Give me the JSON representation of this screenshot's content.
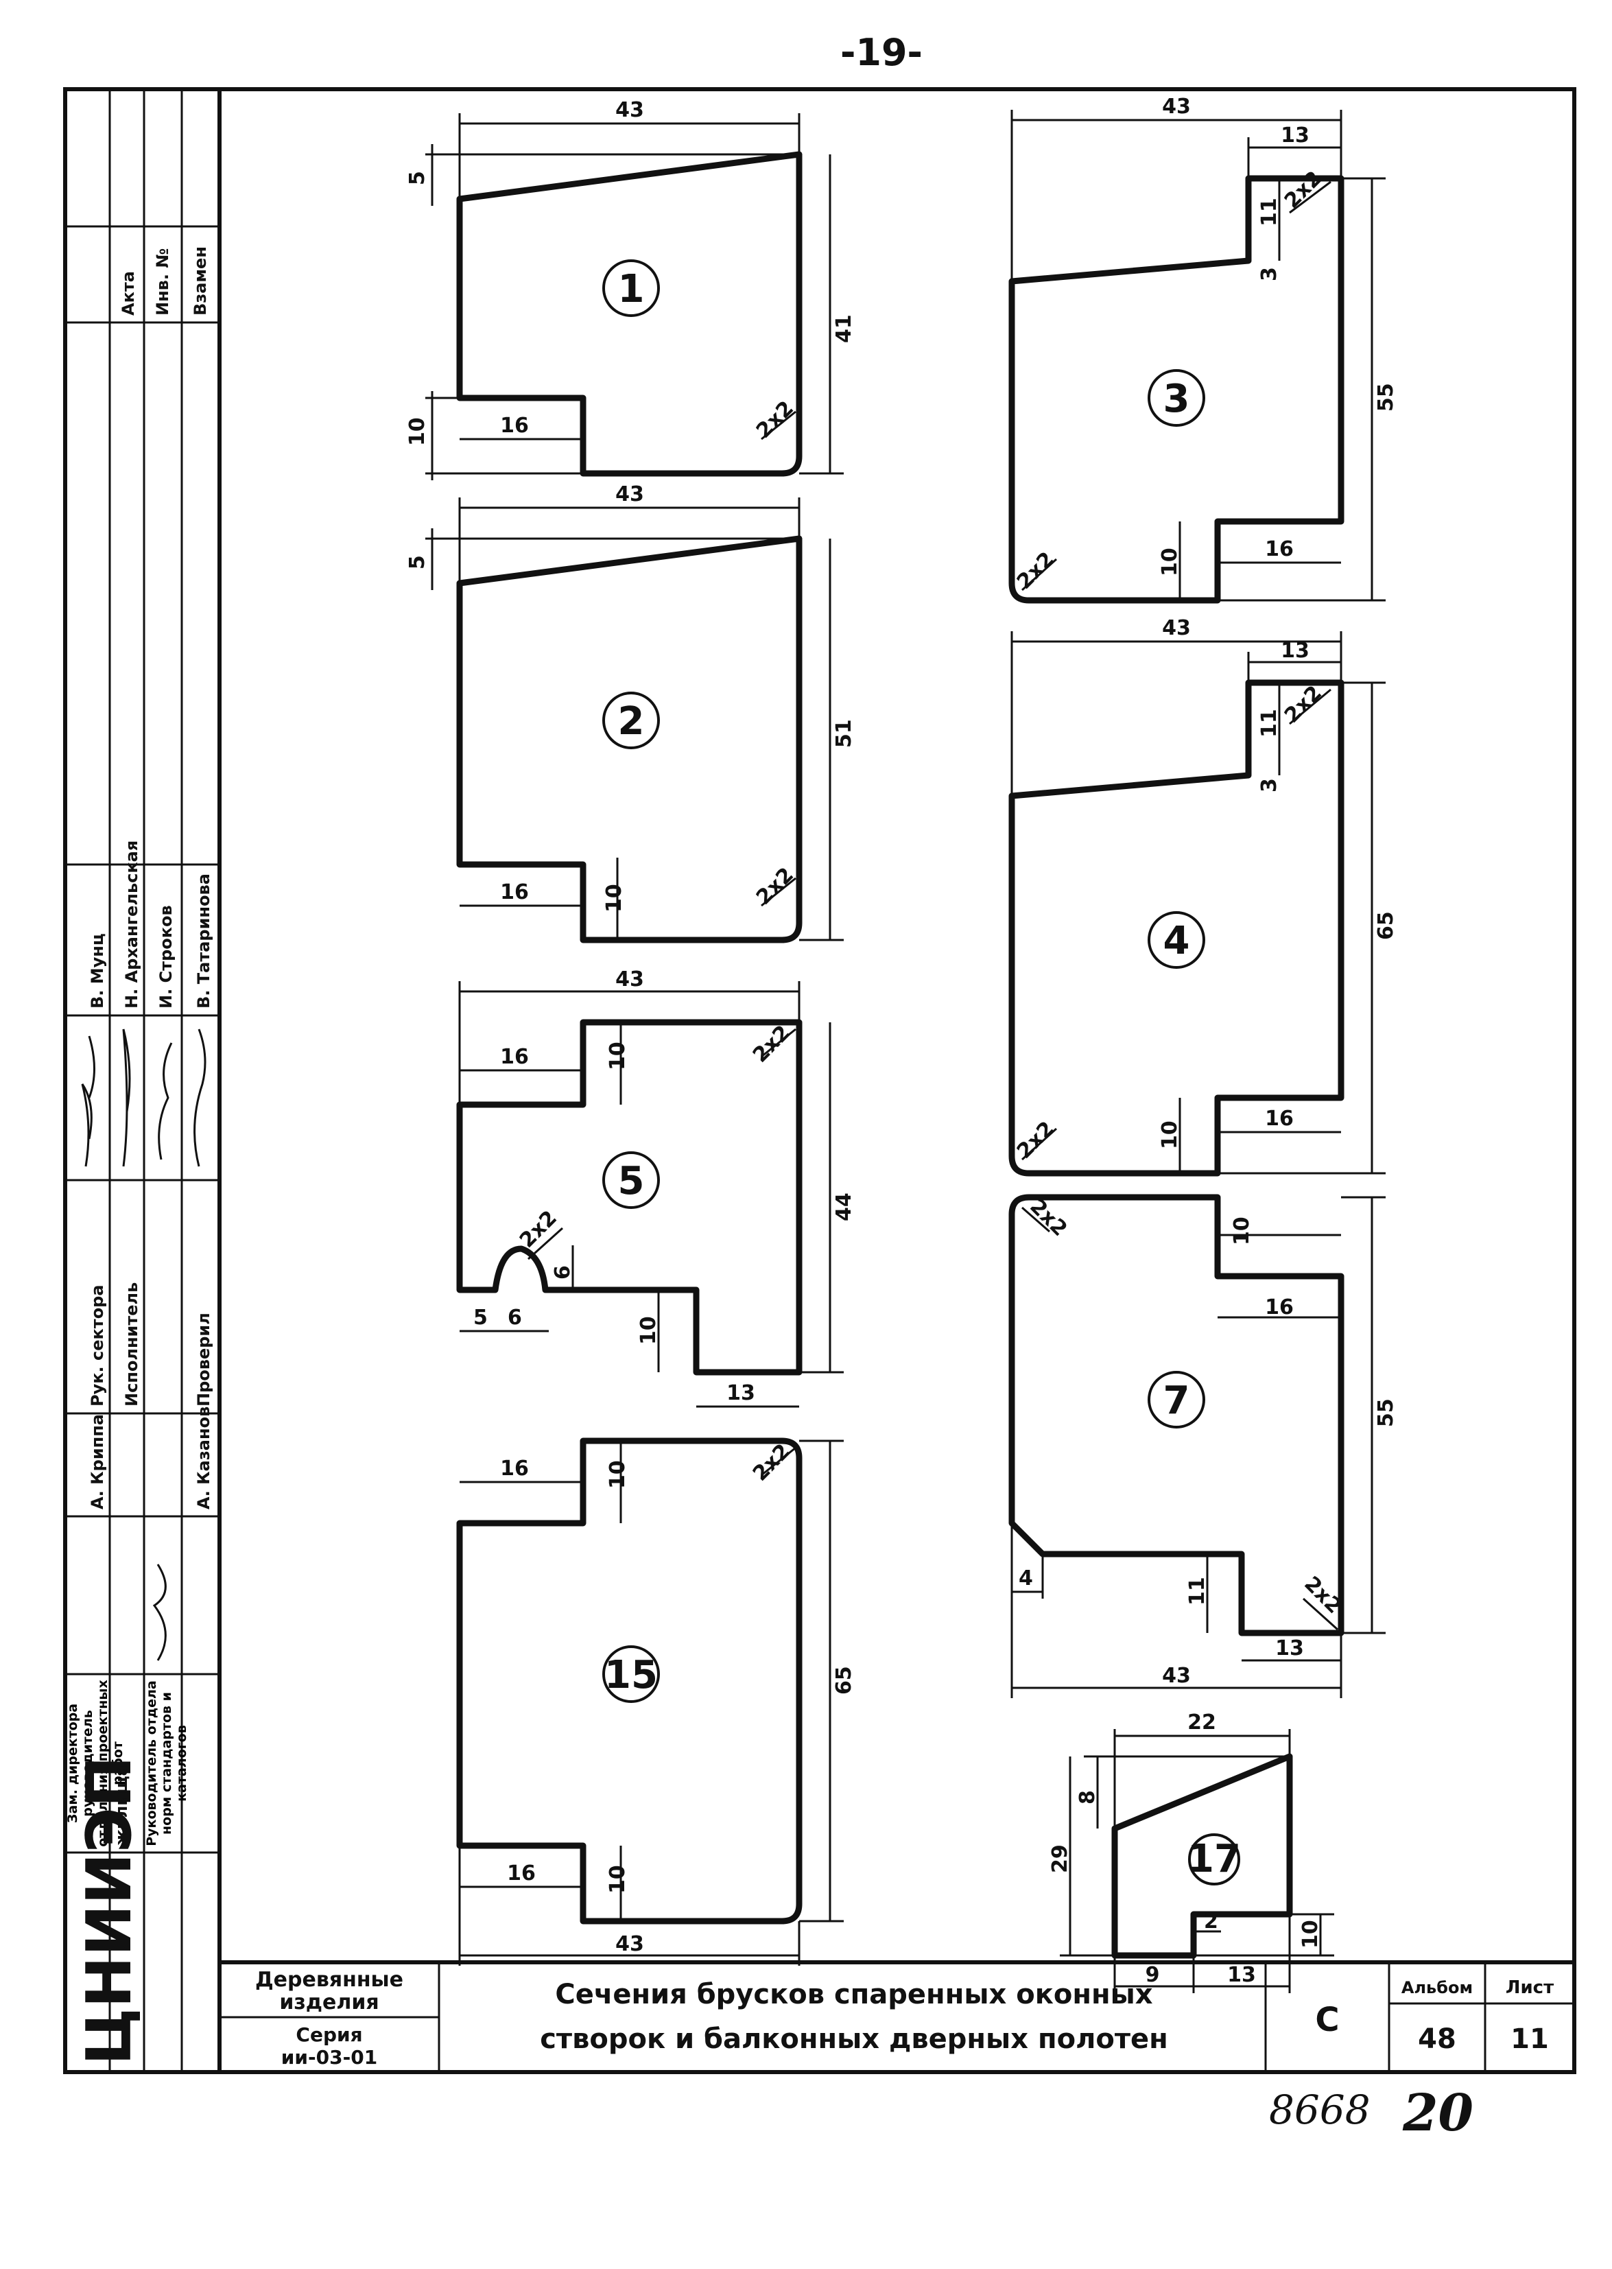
{
  "page_number": "-19-",
  "title_block": {
    "product_line1": "Деревянные",
    "product_line2": "изделия",
    "series_line1": "Серия",
    "series_line2": "ии-03-01",
    "title_line1": "Сечения брусков спаренных оконных",
    "title_line2": "створок и балконных дверных полотен",
    "stage": "С",
    "album_label": "Альбом",
    "album_value": "48",
    "sheet_label": "Лист",
    "sheet_value": "11"
  },
  "handwritten_numbers": {
    "left": "8668",
    "right": "20"
  },
  "side_stamp": {
    "org": "ЦНИИЭП",
    "org_sub": "жилища",
    "akta": "Акта",
    "inv_no": "Инв. №",
    "vzamen": "Взамен",
    "zam_director": "Зам. директора руководитель отделения проектных работ",
    "ruk_otdela": "Руководитель отдела норм стандартов и каталогов",
    "name_krippa": "А. Криппа",
    "name_kazanov": "А. Казанов",
    "ruk_sektora": "Рук. сектора",
    "ispolnitel": "Исполнитель",
    "proveril": "Проверил",
    "name_munts": "В. Мунц",
    "name_arkhangelskaya": "Н. Архангельская",
    "name_strokov": "И. Строков",
    "name_tatarinova": "В. Татаринова"
  },
  "profiles": [
    {
      "id": "p1",
      "number": "1",
      "dims": [
        "43",
        "5",
        "41",
        "10",
        "16",
        "2x2"
      ]
    },
    {
      "id": "p2",
      "number": "2",
      "dims": [
        "43",
        "5",
        "51",
        "16",
        "10",
        "2x2"
      ]
    },
    {
      "id": "p5",
      "number": "5",
      "dims": [
        "43",
        "16",
        "10",
        "2x2",
        "44",
        "2x2",
        "6",
        "5",
        "6",
        "10",
        "13"
      ]
    },
    {
      "id": "p15",
      "number": "15",
      "dims": [
        "16",
        "10",
        "2x2",
        "65",
        "16",
        "10",
        "43"
      ]
    },
    {
      "id": "p3",
      "number": "3",
      "dims": [
        "43",
        "13",
        "11",
        "2x2",
        "3",
        "55",
        "10",
        "16",
        "2x2"
      ]
    },
    {
      "id": "p4",
      "number": "4",
      "dims": [
        "43",
        "13",
        "11",
        "2x2",
        "3",
        "65",
        "2x2",
        "10",
        "16"
      ]
    },
    {
      "id": "p7",
      "number": "7",
      "dims": [
        "2x2",
        "10",
        "16",
        "55",
        "4",
        "11",
        "2x2",
        "13",
        "43"
      ]
    },
    {
      "id": "p17",
      "number": "17",
      "dims": [
        "22",
        "8",
        "29",
        "10",
        "2",
        "9",
        "13"
      ]
    }
  ]
}
